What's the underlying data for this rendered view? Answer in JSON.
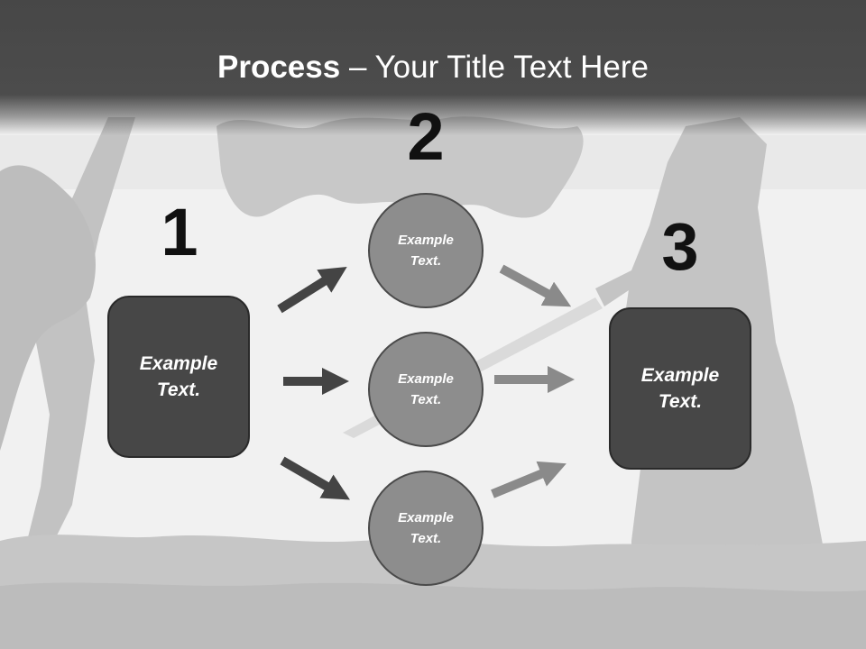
{
  "title": {
    "bold": "Process",
    "rest": " – Your Title Text Here"
  },
  "steps": {
    "one": "1",
    "two": "2",
    "three": "3"
  },
  "nodes": {
    "left_box": "Example Text.",
    "circle_top": "Example Text.",
    "circle_middle": "Example Text.",
    "circle_bottom": "Example Text.",
    "right_box": "Example Text."
  },
  "colors": {
    "box_fill": "#474747",
    "circle_fill": "#8d8d8d",
    "dark_arrow": "#444444",
    "light_arrow": "#8a8a8a",
    "header": "#4a4a4a"
  }
}
